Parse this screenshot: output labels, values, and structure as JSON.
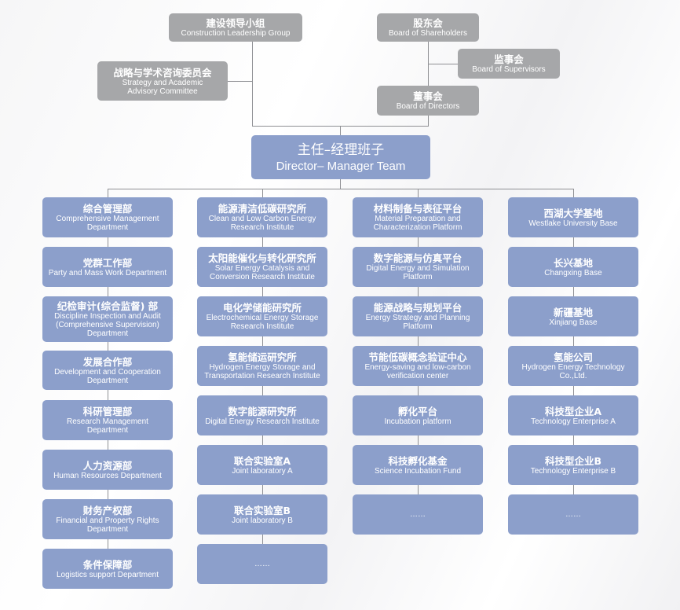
{
  "governance": {
    "construction": {
      "zh": "建设领导小组",
      "en": "Construction Leadership Group"
    },
    "strategy": {
      "zh": "战略与学术咨询委员会",
      "en": "Strategy and Academic Advisory Committee"
    },
    "shareholders": {
      "zh": "股东会",
      "en": "Board of Shareholders"
    },
    "supervisors": {
      "zh": "监事会",
      "en": "Board of Supervisors"
    },
    "directors": {
      "zh": "董事会",
      "en": "Board of Directors"
    }
  },
  "main": {
    "zh": "主任–经理班子",
    "en": "Director– Manager Team"
  },
  "columns": [
    [
      {
        "zh": "综合管理部",
        "en": "Comprehensive Management Department"
      },
      {
        "zh": "党群工作部",
        "en": "Party and Mass Work Department"
      },
      {
        "zh": "纪检审计(综合监督) 部",
        "en": "Discipline Inspection and Audit (Comprehensive Supervision) Department"
      },
      {
        "zh": "发展合作部",
        "en": "Development and Cooperation Department"
      },
      {
        "zh": "科研管理部",
        "en": "Research Management Department"
      },
      {
        "zh": "人力资源部",
        "en": "Human Resources Department"
      },
      {
        "zh": "财务产权部",
        "en": "Financial and Property Rights Department"
      },
      {
        "zh": "条件保障部",
        "en": "Logistics support Department"
      }
    ],
    [
      {
        "zh": "能源清洁低碳研究所",
        "en": "Clean and Low Carbon Energy Research Institute"
      },
      {
        "zh": "太阳能催化与转化研究所",
        "en": "Solar Energy Catalysis and Conversion Research Institute"
      },
      {
        "zh": "电化学储能研究所",
        "en": "Electrochemical Energy Storage Research Institute"
      },
      {
        "zh": "氢能储运研究所",
        "en": "Hydrogen Energy Storage and Transportation Research Institute"
      },
      {
        "zh": "数字能源研究所",
        "en": "Digital Energy Research Institute"
      },
      {
        "zh": "联合实验室A",
        "en": "Joint laboratory A"
      },
      {
        "zh": "联合实验室B",
        "en": "Joint laboratory B"
      },
      {
        "zh": "",
        "en": "……"
      }
    ],
    [
      {
        "zh": "材料制备与表征平台",
        "en": "Material Preparation and Characterization Platform"
      },
      {
        "zh": "数字能源与仿真平台",
        "en": "Digital Energy and Simulation Platform"
      },
      {
        "zh": "能源战略与规划平台",
        "en": "Energy Strategy and Planning Platform"
      },
      {
        "zh": "节能低碳概念验证中心",
        "en": "Energy-saving and low-carbon verification center"
      },
      {
        "zh": "孵化平台",
        "en": "Incubation platform"
      },
      {
        "zh": "科技孵化基金",
        "en": "Science Incubation Fund"
      },
      {
        "zh": "",
        "en": "……"
      }
    ],
    [
      {
        "zh": "西湖大学基地",
        "en": "Westlake University Base"
      },
      {
        "zh": "长兴基地",
        "en": "Changxing Base"
      },
      {
        "zh": "新疆基地",
        "en": "Xinjiang Base"
      },
      {
        "zh": "氢能公司",
        "en": "Hydrogen Energy Technology Co.,Ltd."
      },
      {
        "zh": "科技型企业A",
        "en": "Technology Enterprise A"
      },
      {
        "zh": "科技型企业B",
        "en": "Technology Enterprise B"
      },
      {
        "zh": "",
        "en": "……"
      }
    ]
  ]
}
